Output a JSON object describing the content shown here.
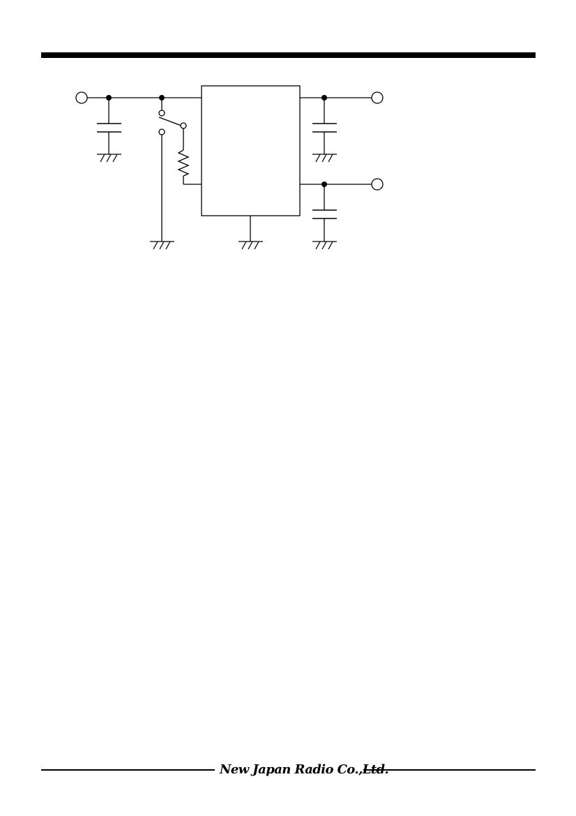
{
  "header": {
    "rule_color": "#000000"
  },
  "circuit": {
    "components": [
      "input-terminal",
      "input-capacitor",
      "control-switch",
      "control-resistor",
      "regulator-ic",
      "output-capacitor",
      "noise-capacitor",
      "output-terminal",
      "bypass-terminal"
    ]
  },
  "footer": {
    "company_name": "New Japan Radio Co.,Ltd."
  }
}
